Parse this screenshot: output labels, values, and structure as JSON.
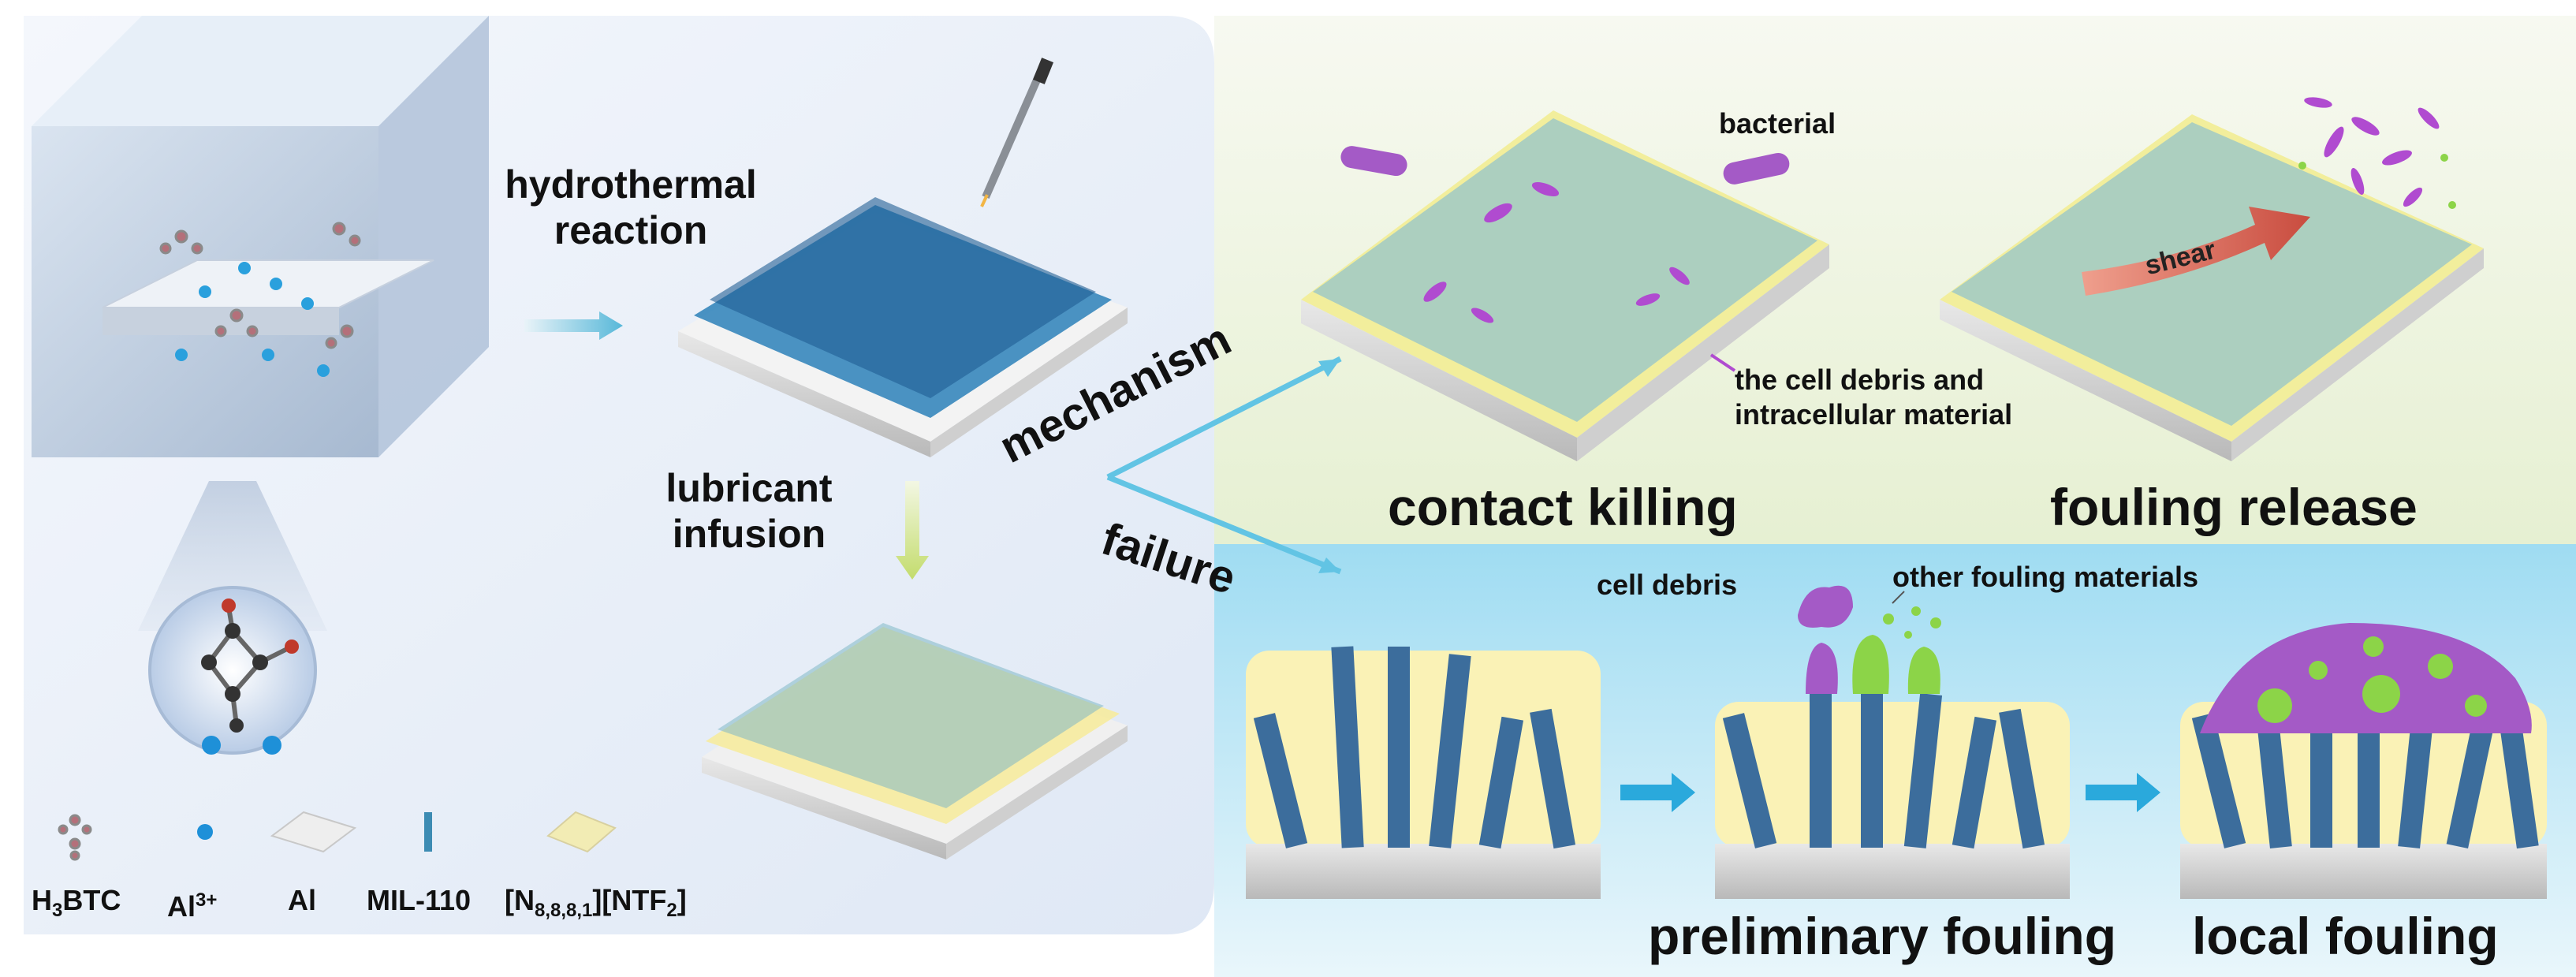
{
  "labels": {
    "hydrothermal_reaction": "hydrothermal\nreaction",
    "lubricant_infusion": "lubricant\ninfusion",
    "mechanism": "mechanism",
    "failure": "failure",
    "bacterial": "bacterial",
    "cell_debris_material": "the cell debris and\nintracellular material",
    "shear": "shear",
    "contact_killing": "contact killing",
    "fouling_release": "fouling release",
    "cell_debris": "cell debris",
    "other_fouling": "other fouling materials",
    "preliminary_fouling": "preliminary fouling",
    "local_fouling": "local fouling"
  },
  "legend": {
    "h3btc": {
      "main": "H",
      "sub": "3",
      "rest": "BTC"
    },
    "al3": {
      "main": "Al",
      "sup": "3+"
    },
    "al": "Al",
    "mil110": "MIL-110",
    "il": {
      "p1": "[N",
      "sub1": "8,8,8,1",
      "p2": "][NTF",
      "sub2": "2",
      "p3": "]"
    }
  },
  "colors": {
    "left_panel": "#e6edf8",
    "mechanism_panel": "#eef4e2",
    "failure_panel": "#bfe8f6",
    "rod_blue": "#3c6d9c",
    "lubricant": "#f7f0b6",
    "bacteria_purple": "#a45ac6",
    "fouling_green": "#8cd448",
    "arrow_cyan": "#62c4e4",
    "arrow_green": "#c9e07a",
    "shear_red": "#d9675a"
  }
}
